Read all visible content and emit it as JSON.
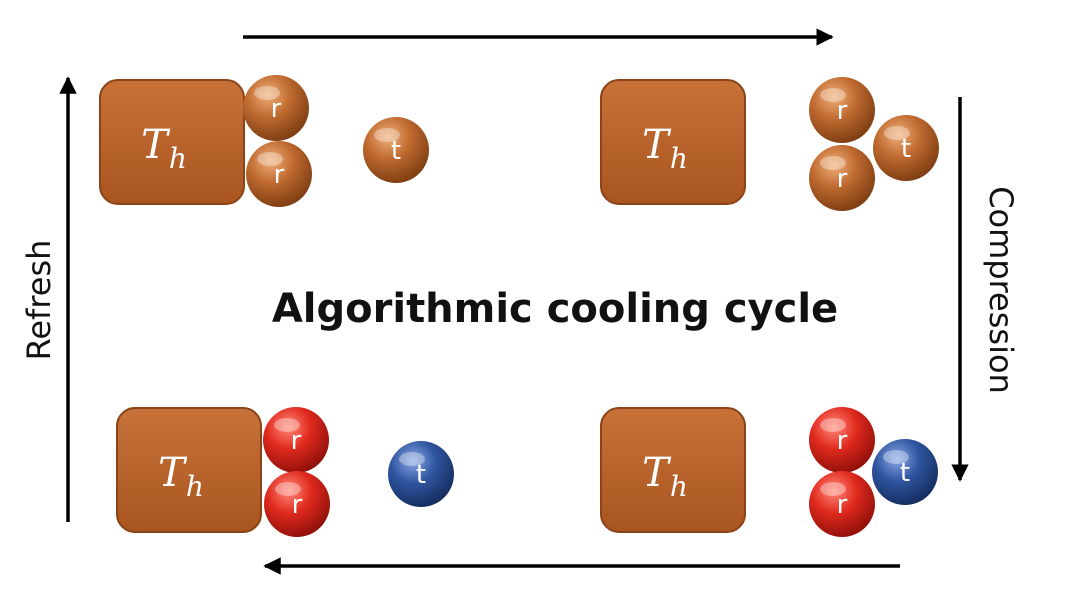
{
  "title": "Algorithmic cooling cycle",
  "labels": {
    "refresh": "Refresh",
    "compression": "Compression"
  },
  "bath": {
    "symbol": "T",
    "subscript": "h"
  },
  "ball_labels": {
    "reset": "r",
    "target": "t"
  },
  "colors": {
    "hot": "#b8602a",
    "cold_red": "#e02a1e",
    "cold_blue": "#2f55a0",
    "arrow": "#000000"
  },
  "states": [
    {
      "position": "top-left",
      "reset_balls": [
        "hot",
        "hot"
      ],
      "target_ball": "hot",
      "target_attached": false
    },
    {
      "position": "top-right",
      "reset_balls": [
        "hot",
        "hot"
      ],
      "target_ball": "hot",
      "target_attached": true
    },
    {
      "position": "bottom-right",
      "reset_balls": [
        "cold_red",
        "cold_red"
      ],
      "target_ball": "cold_blue",
      "target_attached": true
    },
    {
      "position": "bottom-left",
      "reset_balls": [
        "cold_red",
        "cold_red"
      ],
      "target_ball": "cold_blue",
      "target_attached": false
    }
  ]
}
